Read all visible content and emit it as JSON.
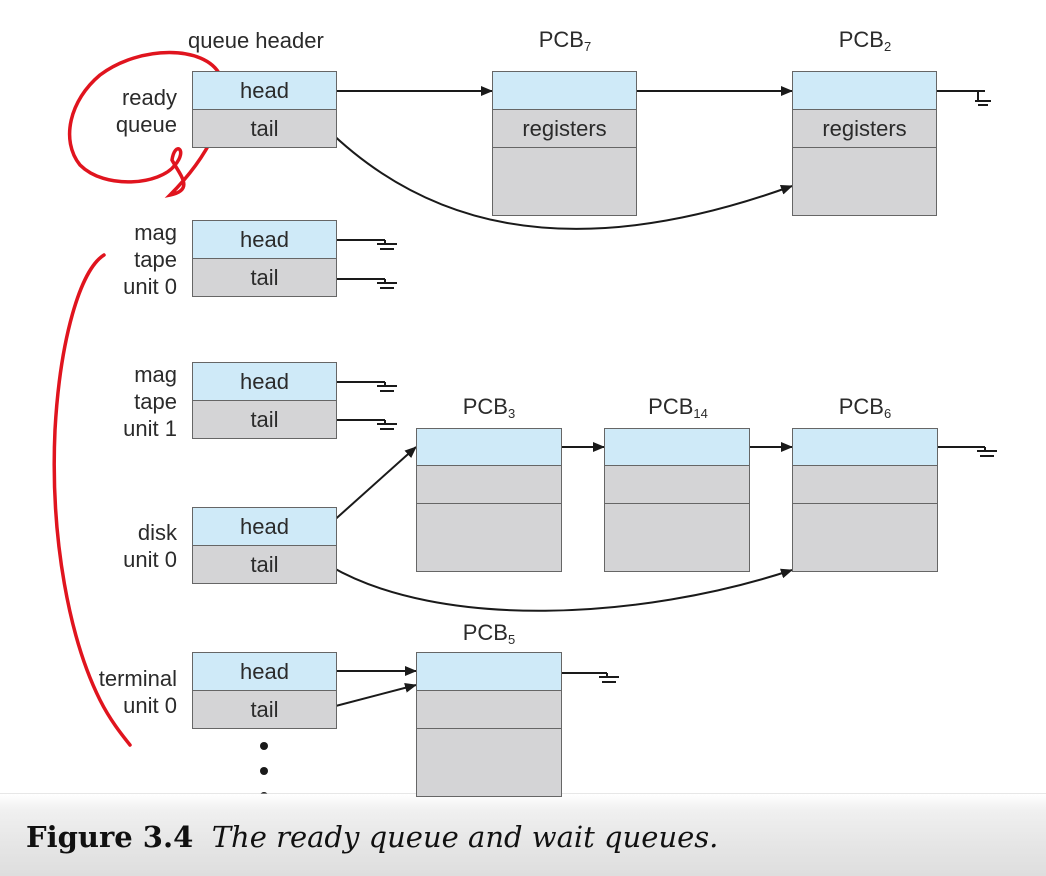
{
  "header_label": "queue header",
  "caption": {
    "number": "Figure 3.4",
    "text": "The ready queue and wait queues."
  },
  "queues": [
    {
      "name_lines": [
        "ready",
        "queue"
      ],
      "head": "head",
      "tail": "tail"
    },
    {
      "name_lines": [
        "mag",
        "tape",
        "unit 0"
      ],
      "head": "head",
      "tail": "tail"
    },
    {
      "name_lines": [
        "mag",
        "tape",
        "unit 1"
      ],
      "head": "head",
      "tail": "tail"
    },
    {
      "name_lines": [
        "disk",
        "unit 0"
      ],
      "head": "head",
      "tail": "tail"
    },
    {
      "name_lines": [
        "terminal",
        "unit 0"
      ],
      "head": "head",
      "tail": "tail"
    }
  ],
  "pcbs": [
    {
      "base": "PCB",
      "sub": "7",
      "body": "registers"
    },
    {
      "base": "PCB",
      "sub": "2",
      "body": "registers"
    },
    {
      "base": "PCB",
      "sub": "3"
    },
    {
      "base": "PCB",
      "sub": "14"
    },
    {
      "base": "PCB",
      "sub": "6"
    },
    {
      "base": "PCB",
      "sub": "5"
    }
  ],
  "colors": {
    "field_blue": "#cfeaf8",
    "field_gray": "#d4d4d6",
    "annotation_red": "#e0141e"
  }
}
